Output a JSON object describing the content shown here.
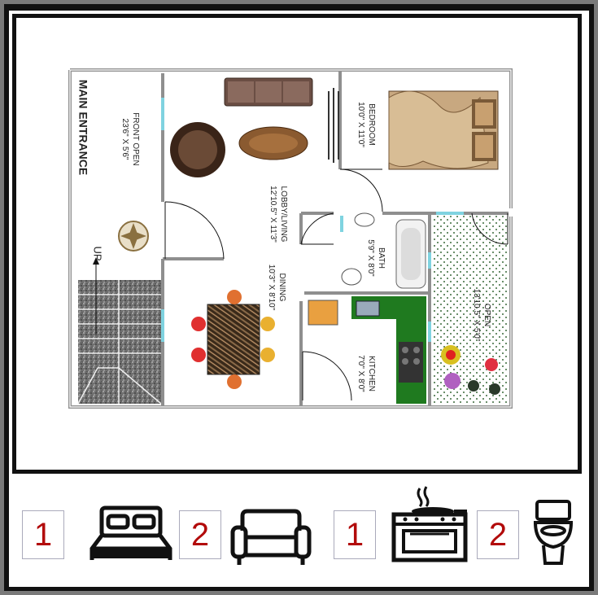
{
  "plan": {
    "main_entrance": "MAIN ENTRANCE",
    "stairs_label": "UP",
    "rooms": [
      {
        "name": "FRONT OPEN",
        "dims": "23'6\" X 5'6\""
      },
      {
        "name": "LOBBY/LIVING",
        "dims": "12'10.5\" X 11'3\""
      },
      {
        "name": "BEDROOM",
        "dims": "10'0\" X 11'0\""
      },
      {
        "name": "DINING",
        "dims": "10'3\" X 8'10\""
      },
      {
        "name": "BATH",
        "dims": "5'9\" X 8'0\""
      },
      {
        "name": "KITCHEN",
        "dims": "7'0\" X 8'0\""
      },
      {
        "name": "OPEN",
        "dims": "13'10.5\" X 5'0\""
      }
    ]
  },
  "summary": [
    {
      "count": "1",
      "icon": "bed-icon"
    },
    {
      "count": "2",
      "icon": "sofa-icon"
    },
    {
      "count": "1",
      "icon": "stove-icon"
    },
    {
      "count": "2",
      "icon": "toilet-icon"
    }
  ],
  "colors": {
    "count_text": "#b20b0b",
    "kitchen_counter": "#1f7a1f",
    "wall": "#9a9a9a",
    "window": "#7fd3e0"
  }
}
